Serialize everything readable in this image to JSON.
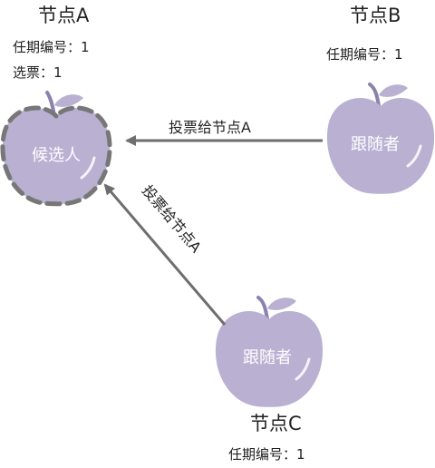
{
  "colors": {
    "apple_fill": "#b9b0d2",
    "apple_stem": "#8b82ad",
    "candidate_outline": "#777777",
    "arrow": "#6e6e6e",
    "text": "#222222",
    "apple_text": "#ffffff"
  },
  "nodes": {
    "a": {
      "title": "节点A",
      "term": "任期编号：1",
      "votes": "选票：1",
      "role": "候选人"
    },
    "b": {
      "title": "节点B",
      "term": "任期编号：1",
      "role": "跟随者"
    },
    "c": {
      "title": "节点C",
      "term": "任期编号：1",
      "role": "跟随者"
    }
  },
  "edges": {
    "b_to_a": {
      "label": "投票给节点A"
    },
    "c_to_a": {
      "label": "投票给节点A"
    }
  }
}
